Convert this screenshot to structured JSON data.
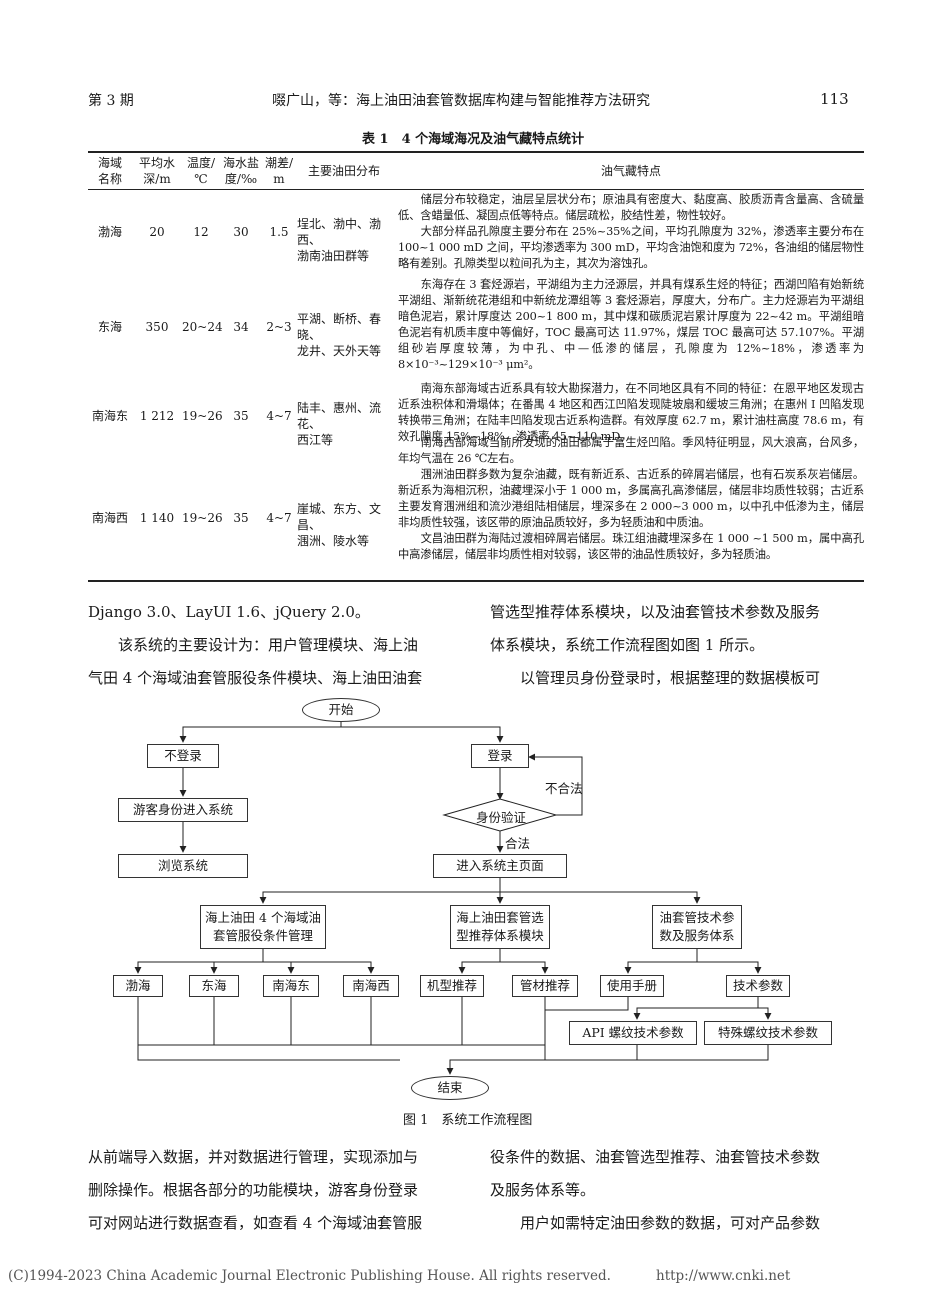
{
  "header": {
    "issue": "第 3 期",
    "title": "啜广山，等：海上油田油套管数据库构建与智能推荐方法研究",
    "page": "113"
  },
  "table": {
    "caption": "表 1　4 个海域海况及油气藏特点统计",
    "headers": {
      "area_1": "海域",
      "area_2": "名称",
      "depth_1": "平均水",
      "depth_2": "深/m",
      "temp_1": "温度/",
      "temp_2": "℃",
      "sal_1": "海水盐",
      "sal_2": "度/‰",
      "tide_1": "潮差/",
      "tide_2": "m",
      "fields": "主要油田分布",
      "traits": "油气藏特点"
    },
    "rows": [
      {
        "area": "渤海",
        "depth": "20",
        "temp": "12",
        "salinity": "30",
        "tide": "1.5",
        "fields": [
          "埕北、渤中、渤西、",
          "渤南油田群等"
        ],
        "traits": [
          "储层分布较稳定，油层呈层状分布；原油具有密度大、黏度高、胶质沥青含量高、含硫量低、含蜡量低、凝固点低等特点。储层疏松，胶结性差，物性较好。",
          "大部分样品孔隙度主要分布在 25%~35%之间，平均孔隙度为 32%，渗透率主要分布在 100~1 000 mD 之间，平均渗透率为 300 mD，平均含油饱和度为 72%，各油组的储层物性略有差别。孔隙类型以粒间孔为主，其次为溶蚀孔。"
        ]
      },
      {
        "area": "东海",
        "depth": "350",
        "temp": "20~24",
        "salinity": "34",
        "tide": "2~3",
        "fields": [
          "平湖、断桥、春晓、",
          "龙井、天外天等"
        ],
        "traits": [
          "东海存在 3 套烃源岩，平湖组为主力泾源层，并具有煤系生烃的特征；西湖凹陷有始新统平湖组、渐新统花港组和中新统龙潭组等 3 套烃源岩，厚度大，分布广。主力烃源岩为平湖组暗色泥岩，累计厚度达 200~1 800 m，其中煤和碳质泥岩累计厚度为 22~42 m。平湖组暗色泥岩有机质丰度中等偏好，TOC 最高可达 11.97%，煤层 TOC 最高可达 57.107%。平湖组砂岩厚度较薄，为中孔、中—低渗的储层，孔隙度为 12%~18%，渗透率为 8×10⁻³~129×10⁻³ μm²。"
        ]
      },
      {
        "area": "南海东",
        "depth": "1 212",
        "temp": "19~26",
        "salinity": "35",
        "tide": "4~7",
        "fields": [
          "陆丰、惠州、流花、",
          "西江等"
        ],
        "traits": [
          "南海东部海域古近系具有较大勘探潜力，在不同地区具有不同的特征：在恩平地区发现古近系浊积体和滑塌体；在番禺 4 地区和西江凹陷发现陡坡扇和缓坡三角洲；在惠州 I 凹陷发现转换带三角洲；在陆丰凹陷发现古近系构造群。有效厚度 62.7 m，累计油柱高度 78.6 m，有效孔隙度 15%~18%，渗透率 45~110 mD。"
        ]
      },
      {
        "area": "南海西",
        "depth": "1 140",
        "temp": "19~26",
        "salinity": "35",
        "tide": "4~7",
        "fields": [
          "崖城、东方、文昌、",
          "涠洲、陵水等"
        ],
        "traits": [
          "南海西部海域当前所发现的油田都属于富生烃凹陷。季风特征明显，风大浪高，台风多，年均气温在 26 ℃左右。",
          "涠洲油田群多数为复杂油藏，既有新近系、古近系的碎屑岩储层，也有石炭系灰岩储层。新近系为海相沉积，油藏埋深小于 1 000 m，多属高孔高渗储层，储层非均质性较弱；古近系主要发育涠洲组和流沙港组陆相储层，埋深多在 2 000~3 000 m，以中孔中低渗为主，储层非均质性较强，该区带的原油品质较好，多为轻质油和中质油。",
          "文昌油田群为海陆过渡相碎屑岩储层。珠江组油藏埋深多在 1 000 ~1 500 m，属中高孔中高渗储层，储层非均质性相对较弱，该区带的油品性质较好，多为轻质油。"
        ]
      }
    ]
  },
  "body_top_left": [
    "Django 3.0、LayUI 1.6、jQuery 2.0。",
    "该系统的主要设计为：用户管理模块、海上油",
    "气田 4 个海域油套管服役条件模块、海上油田油套"
  ],
  "body_top_right": [
    "管选型推荐体系模块，以及油套管技术参数及服务",
    "体系模块，系统工作流程图如图 1 所示。",
    "以管理员身份登录时，根据整理的数据模板可"
  ],
  "flowchart": {
    "start": "开始",
    "no_login": "不登录",
    "login": "登录",
    "guest_enter": "游客身份进入系统",
    "verify": "身份验证",
    "illegal": "不合法",
    "legal": "合法",
    "browse": "浏览系统",
    "main_page": "进入系统主页面",
    "mod1": [
      "海上油田 4 个海域油",
      "套管服役条件管理"
    ],
    "mod2": [
      "海上油田套管选",
      "型推荐体系模块"
    ],
    "mod3": [
      "油套管技术参",
      "数及服务体系"
    ],
    "bohai": "渤海",
    "donghai": "东海",
    "nanhaidong": "南海东",
    "nanhaixi": "南海西",
    "model_rec": "机型推荐",
    "pipe_rec": "管材推荐",
    "manual": "使用手册",
    "tech_params": "技术参数",
    "api_thread": "API 螺纹技术参数",
    "special_thread": "特殊螺纹技术参数",
    "end": "结束",
    "caption": "图 1　系统工作流程图"
  },
  "body_bottom_left": [
    "从前端导入数据，并对数据进行管理，实现添加与",
    "删除操作。根据各部分的功能模块，游客身份登录",
    "可对网站进行数据查看，如查看 4 个海域油套管服"
  ],
  "body_bottom_right": [
    "役条件的数据、油套管选型推荐、油套管技术参数",
    "及服务体系等。",
    "用户如需特定油田参数的数据，可对产品参数"
  ],
  "footer": {
    "copyright": "(C)1994-2023 China Academic Journal Electronic Publishing House. All rights reserved.",
    "url": "http://www.cnki.net"
  }
}
